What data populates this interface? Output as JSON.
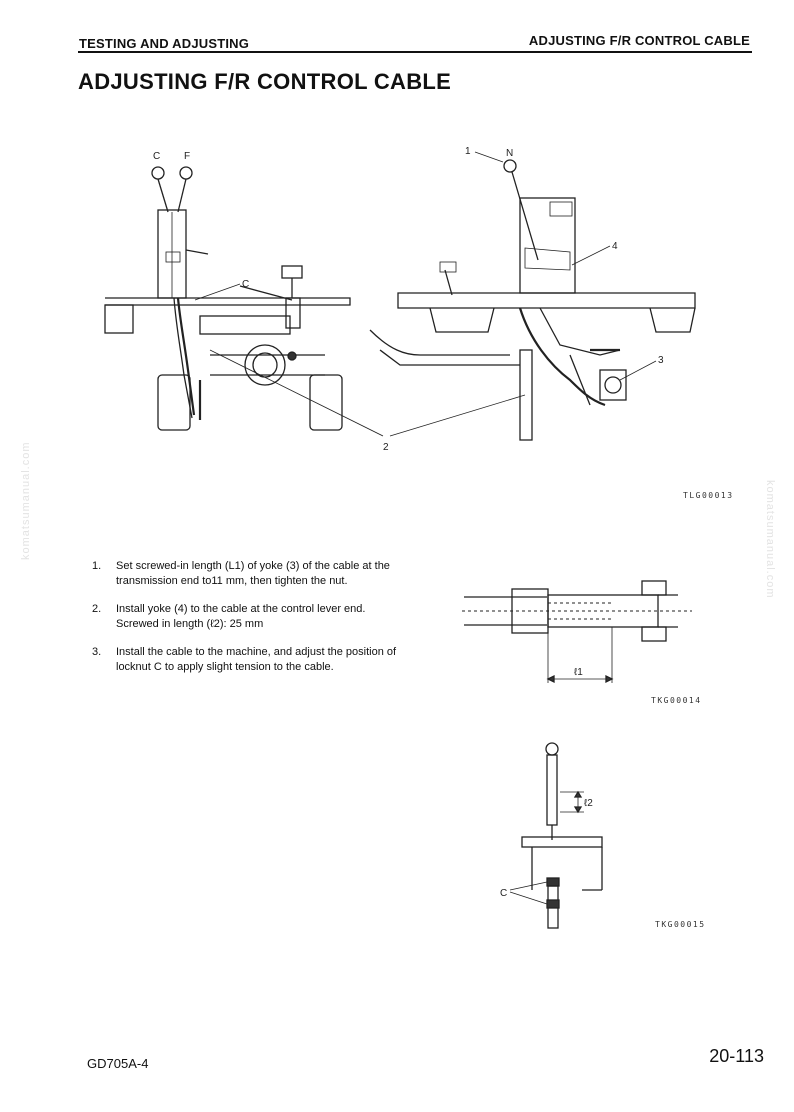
{
  "header": {
    "section": "TESTING AND ADJUSTING",
    "topic": "ADJUSTING F/R CONTROL CABLE"
  },
  "title": "ADJUSTING F/R CONTROL CABLE",
  "figure_main": {
    "labels": {
      "c": "C",
      "f": "F",
      "c_nut": "C",
      "part1": "1",
      "n": "N",
      "part4": "4",
      "part3": "3",
      "part2": "2"
    },
    "code": "TLG00013"
  },
  "figure_yoke": {
    "dim_label": "ℓ1",
    "code": "TKG00014"
  },
  "figure_lever": {
    "dim_label": "ℓ2",
    "c_label": "C",
    "code": "TKG00015"
  },
  "steps": [
    {
      "num": "1.",
      "text": "Set screwed-in length (L1) of yoke (3) of the cable at the transmission end to11 mm, then tighten the nut."
    },
    {
      "num": "2.",
      "text": "Install yoke (4) to the cable at the control lever end.",
      "sub": "Screwed in length (ℓ2): 25 mm"
    },
    {
      "num": "3.",
      "text": "Install the cable to the machine, and adjust the position of locknut C to apply slight tension to the cable."
    }
  ],
  "watermark": "komatsumanual.com",
  "footer": {
    "model": "GD705A-4",
    "page": "20-113"
  }
}
